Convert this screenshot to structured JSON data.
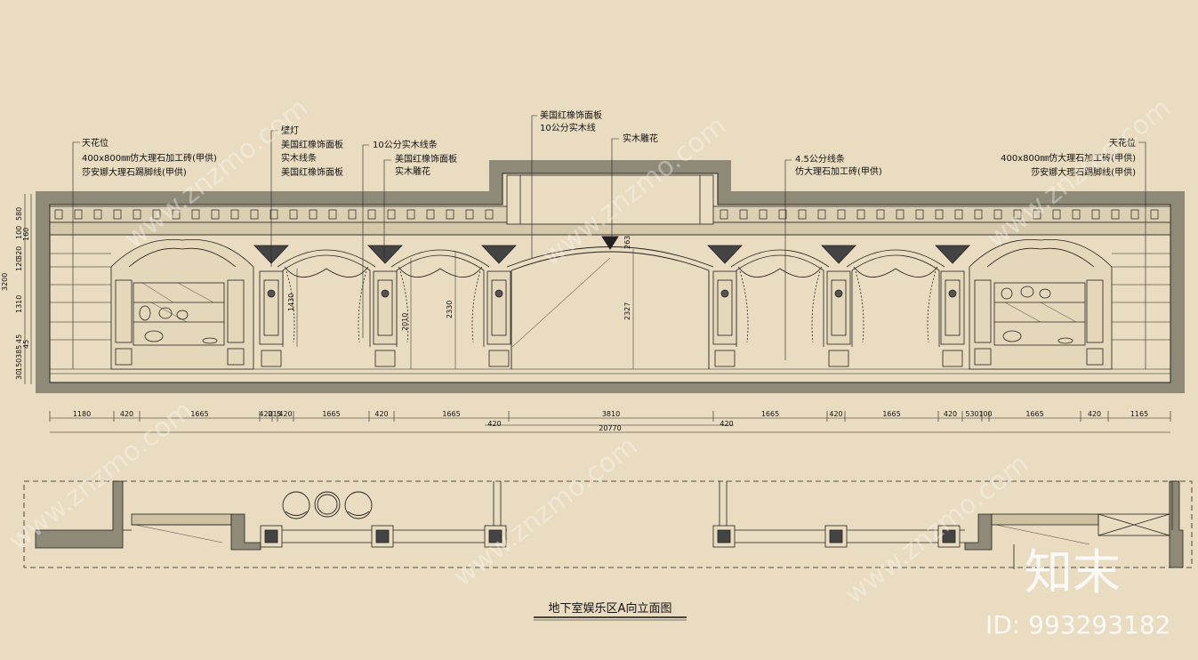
{
  "annotations": {
    "left_group": [
      "天花位",
      "400x800㎜仿大理石加工砖(甲供)",
      "莎安娜大理石踢脚线(甲供)"
    ],
    "mid_group_a": [
      "壁灯",
      "美国红橡饰面板",
      "实木线条",
      "美国红橡饰面板"
    ],
    "mid_group_b": [
      "10公分实木线条",
      "美国红橡饰面板",
      "实木雕花"
    ],
    "center_group": [
      "美国红橡饰面板",
      "10公分实木线"
    ],
    "center_right": "实木雕花",
    "right_mid_group": [
      "4.5公分线条",
      "仿大理石加工砖(甲供)"
    ],
    "right_group": [
      "天花位",
      "400x800㎜仿大理石加工砖(甲供)",
      "莎安娜大理石踢脚线(甲供)"
    ]
  },
  "vertical_dims": {
    "left": [
      "580",
      "100",
      "160",
      "320",
      "120",
      "1310",
      "3200",
      "45",
      "385",
      "45",
      "150",
      "30"
    ],
    "inner": [
      "1430",
      "2010",
      "2330",
      "2327",
      "263"
    ]
  },
  "bottom_dims": {
    "row1": [
      "1180",
      "420",
      "1665",
      "420",
      "215",
      "420",
      "1665",
      "420",
      "1665",
      "3810",
      "1665",
      "420",
      "1665",
      "420",
      "530",
      "100",
      "1665",
      "420",
      "1165"
    ],
    "row2_left": "420",
    "row2_right": "420",
    "total": "20770"
  },
  "caption": "地下室娱乐区A向立面图",
  "watermark": {
    "text": "www.znzmo.com",
    "brand": "知末",
    "id_label": "ID: 993293182"
  },
  "colors": {
    "background": "#e9dcc0",
    "wall_frame": "#8f8a78",
    "line": "#222222"
  }
}
